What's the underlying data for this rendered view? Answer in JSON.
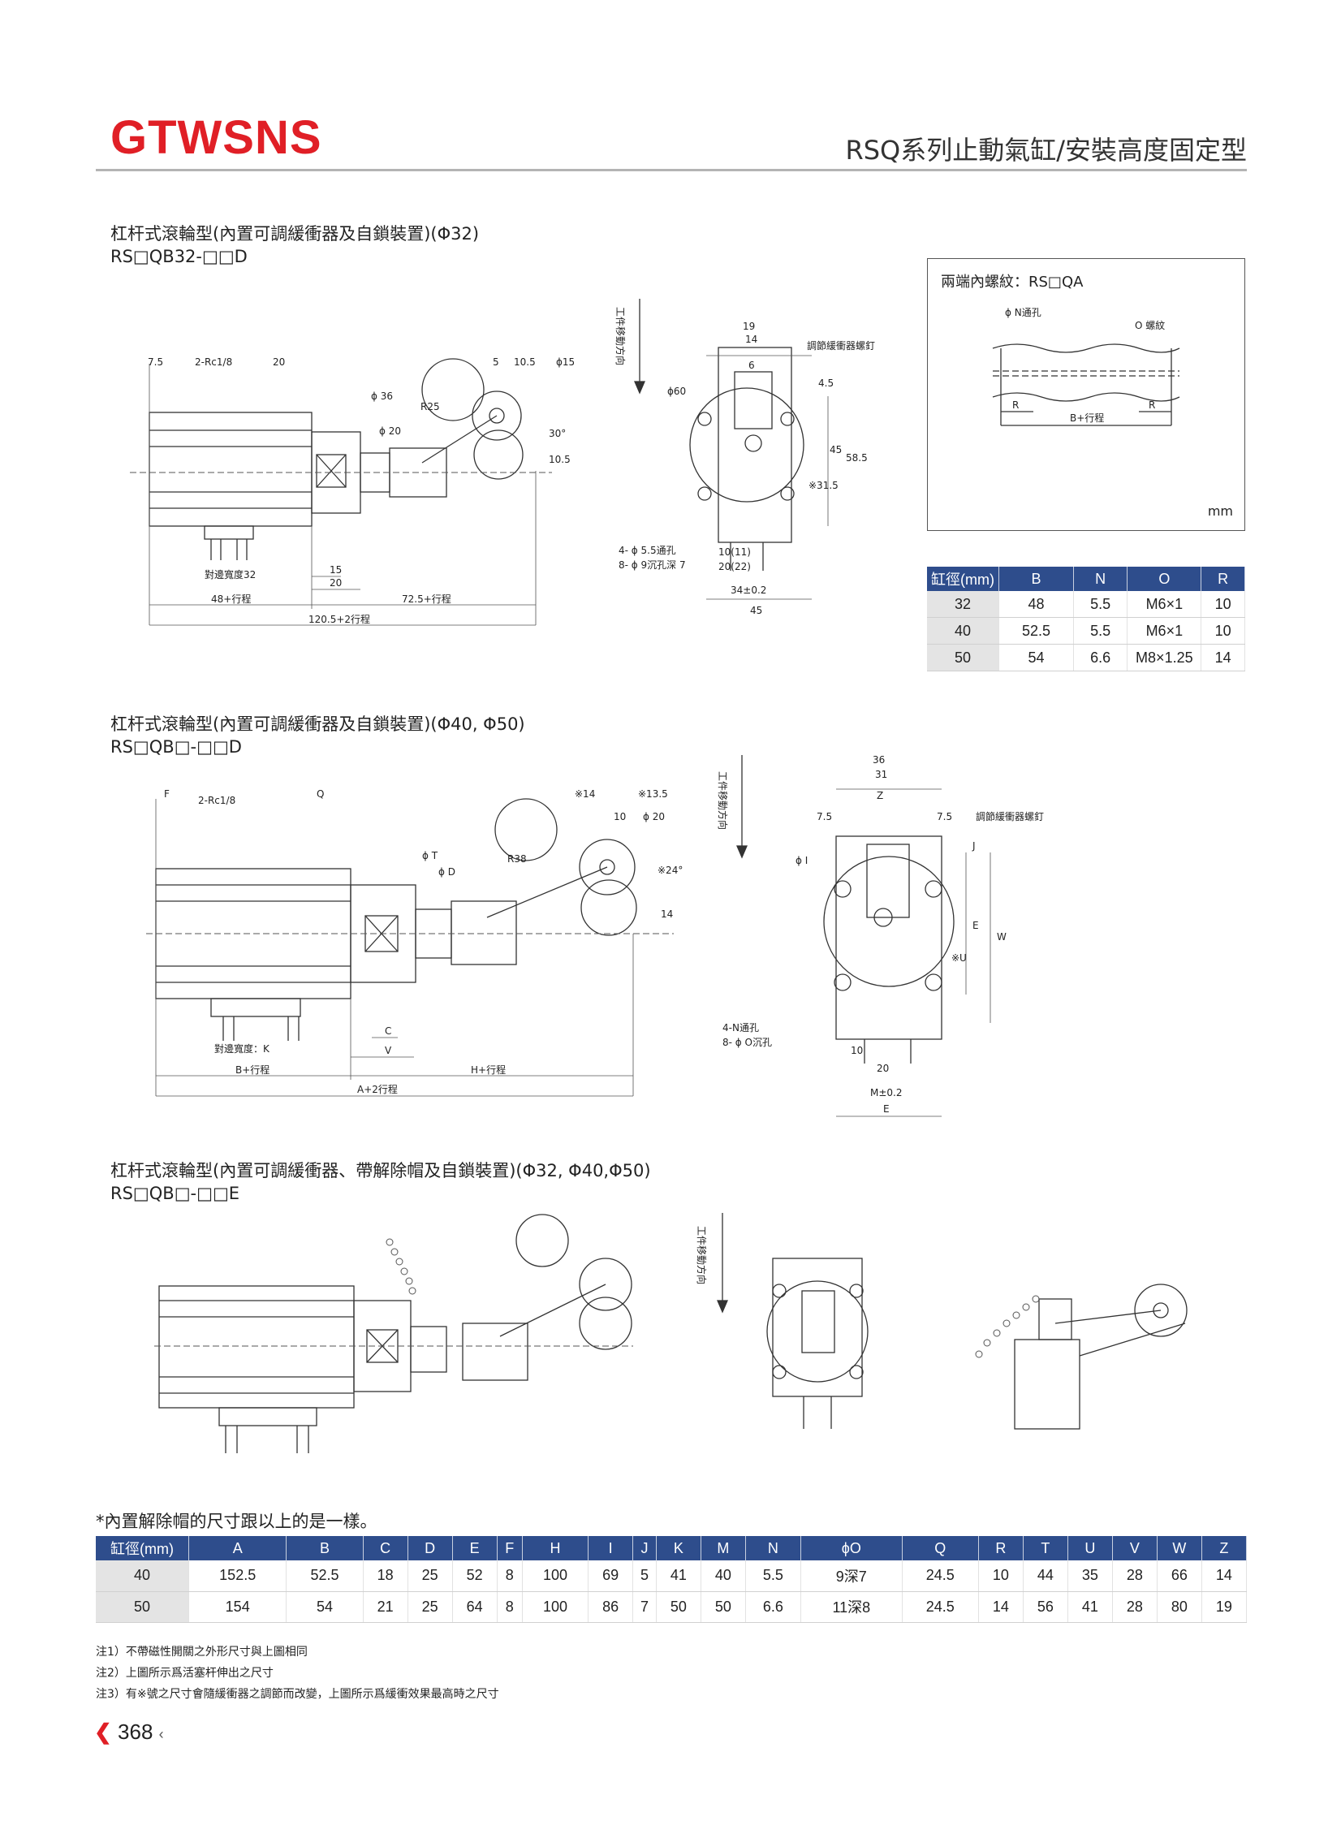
{
  "header": {
    "brand": "GTWSNS",
    "series_title": "RSQ系列止動氣缸/安裝高度固定型"
  },
  "colors": {
    "brand": "#e01f26",
    "table_header": "#2e4d8c",
    "first_col": "#e4e4e4"
  },
  "section1": {
    "title": "杠杆式滾輪型(內置可調緩衝器及自鎖裝置)(Φ32)",
    "model": "RS□QB32-□□D",
    "dims": {
      "d7_5": "7.5",
      "rc": "2-Rc1/8",
      "d20": "20",
      "d5": "5",
      "d10_5": "10.5",
      "phi15": "ϕ15",
      "phi36": "ϕ 36",
      "phi20": "ϕ 20",
      "r25": "R25",
      "deg30": "30°",
      "d10_5v": "10.5",
      "width32": "對邊寬度32",
      "d15": "15",
      "d20b": "20",
      "d48": "48+行程",
      "d72_5": "72.5+行程",
      "d120_5": "120.5+2行程",
      "dir": "工件移動方向",
      "d19": "19",
      "d14": "14",
      "d6": "6",
      "screw": "調節緩衝器螺釘",
      "phi60": "ϕ60",
      "d4_5": "4.5",
      "d45v": "45",
      "d58_5": "58.5",
      "d31_5": "※31.5",
      "hole1": "4- ϕ 5.5通孔",
      "hole2": "8- ϕ 9沉孔深 7",
      "d10": "10(11)",
      "d20c": "20(22)",
      "d34": "34±0.2",
      "d45": "45"
    }
  },
  "thread_box": {
    "title": "兩端內螺紋：RS□QA",
    "n_hole": "ϕ N通孔",
    "o_thread": "O 螺紋",
    "r1": "R",
    "r2": "R",
    "b": "B+行程",
    "unit": "mm"
  },
  "table1": {
    "headers": [
      "缸徑(mm)",
      "B",
      "N",
      "O",
      "R"
    ],
    "rows": [
      [
        "32",
        "48",
        "5.5",
        "M6×1",
        "10"
      ],
      [
        "40",
        "52.5",
        "5.5",
        "M6×1",
        "10"
      ],
      [
        "50",
        "54",
        "6.6",
        "M8×1.25",
        "14"
      ]
    ]
  },
  "section2": {
    "title": "杠杆式滾輪型(內置可調緩衝器及自鎖裝置)(Φ40, Φ50)",
    "model": "RS□QB□-□□D",
    "dims": {
      "f": "F",
      "rc": "2-Rc1/8",
      "q": "Q",
      "s14": "※14",
      "s13_5": "※13.5",
      "d10": "10",
      "phi20": "ϕ 20",
      "phiT": "ϕ T",
      "phiD": "ϕ D",
      "r38": "R38",
      "deg24": "※24°",
      "d14": "14",
      "widthK": "對邊寬度：K",
      "c": "C",
      "v": "V",
      "b": "B+行程",
      "h": "H+行程",
      "a": "A+2行程",
      "dir": "工件移動方向",
      "d36": "36",
      "d31": "31",
      "z": "Z",
      "d7_5a": "7.5",
      "d7_5b": "7.5",
      "screw": "調節緩衝器螺釘",
      "phiI": "ϕ I",
      "j": "J",
      "e": "E",
      "w": "W",
      "u": "※U",
      "hole1": "4-N通孔",
      "hole2": "8- ϕ O沉孔",
      "d10b": "10",
      "d20": "20",
      "m": "M±0.2",
      "e2": "E"
    }
  },
  "section3": {
    "title": "杠杆式滾輪型(內置可調緩衝器、帶解除帽及自鎖裝置)(Φ32, Φ40,Φ50)",
    "model": "RS□QB□-□□E",
    "dir": "工件移動方向"
  },
  "note_head": "*內置解除帽的尺寸跟以上的是一樣。",
  "table2": {
    "headers": [
      "缸徑(mm)",
      "A",
      "B",
      "C",
      "D",
      "E",
      "F",
      "H",
      "I",
      "J",
      "K",
      "M",
      "N",
      "ϕO",
      "Q",
      "R",
      "T",
      "U",
      "V",
      "W",
      "Z"
    ],
    "rows": [
      [
        "40",
        "152.5",
        "52.5",
        "18",
        "25",
        "52",
        "8",
        "100",
        "69",
        "5",
        "41",
        "40",
        "5.5",
        "9深7",
        "24.5",
        "10",
        "44",
        "35",
        "28",
        "66",
        "14"
      ],
      [
        "50",
        "154",
        "54",
        "21",
        "25",
        "64",
        "8",
        "100",
        "86",
        "7",
        "50",
        "50",
        "6.6",
        "11深8",
        "24.5",
        "14",
        "56",
        "41",
        "28",
        "80",
        "19"
      ]
    ]
  },
  "notes": [
    "注1）不帶磁性開關之外形尺寸與上圖相同",
    "注2）上圖所示爲活塞杆伸出之尺寸",
    "注3）有※號之尺寸會隨緩衝器之調節而改變，上圖所示爲緩衝效果最高時之尺寸"
  ],
  "page_number": "368"
}
